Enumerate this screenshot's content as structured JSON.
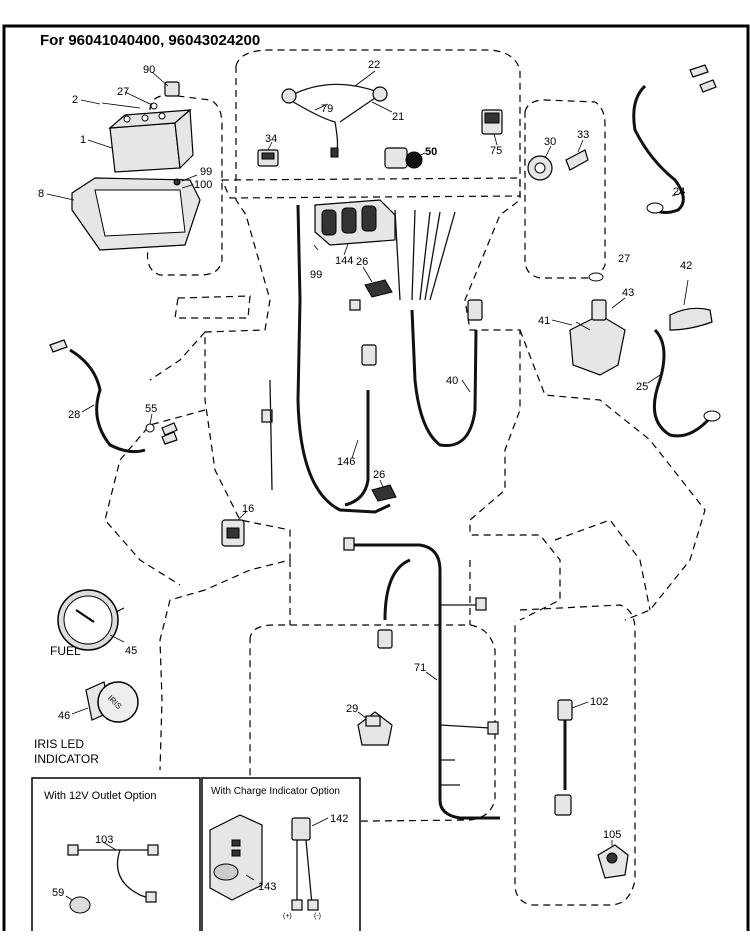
{
  "header": {
    "title": "For 96041040400, 96043024200"
  },
  "part_numbers": [
    "90",
    "2",
    "27",
    "1",
    "99",
    "100",
    "8",
    "22",
    "79",
    "21",
    "34",
    "50",
    "75",
    "30",
    "33",
    "24",
    "144",
    "26",
    "99",
    "27",
    "42",
    "41",
    "43",
    "25",
    "28",
    "55",
    "146",
    "40",
    "26",
    "16",
    "45",
    "71",
    "102",
    "29",
    "46",
    "105",
    "103",
    "142",
    "59",
    "143"
  ],
  "captions": {
    "fuel": "FUEL",
    "iris_line1": "IRIS LED",
    "iris_line2": "INDICATOR",
    "iris_gauge": "IRIS"
  },
  "options": {
    "outlet": "With 12V Outlet Option",
    "charge": "With Charge Indicator Option"
  },
  "polarity": {
    "plus": "(+)",
    "minus": "(-)"
  }
}
